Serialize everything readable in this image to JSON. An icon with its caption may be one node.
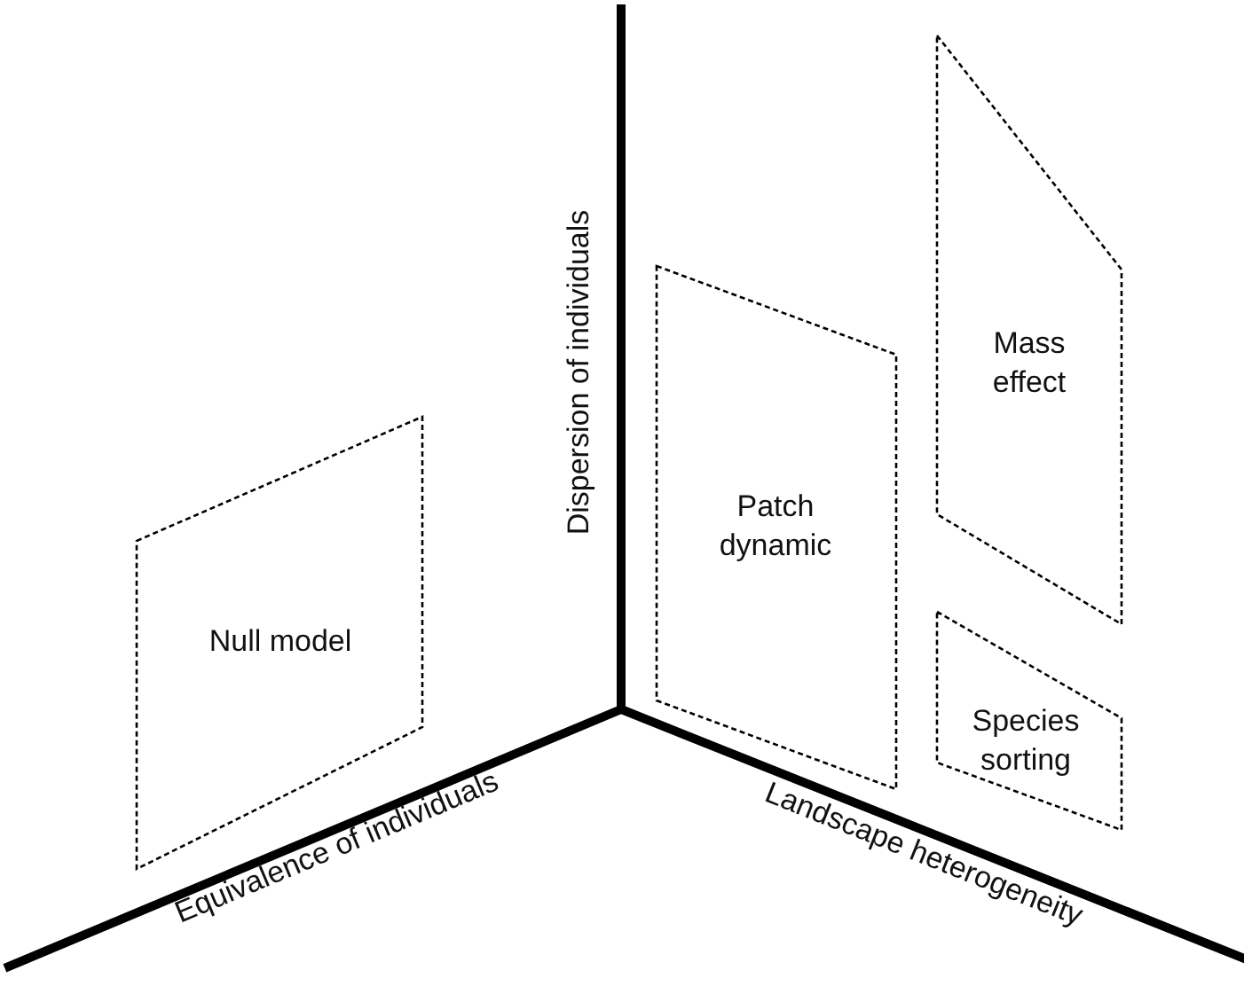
{
  "diagram": {
    "nodes": [
      {
        "text": [
          "Null model"
        ]
      },
      {
        "text": [
          "Patch dynamic"
        ]
      },
      {
        "text": [
          "Mass effect"
        ]
      },
      {
        "text": [
          "Species sorting"
        ]
      }
    ],
    "labels": [
      "Dispersion of individuals",
      "Equivalence of individuals",
      "Landscape heterogeneity"
    ]
  }
}
